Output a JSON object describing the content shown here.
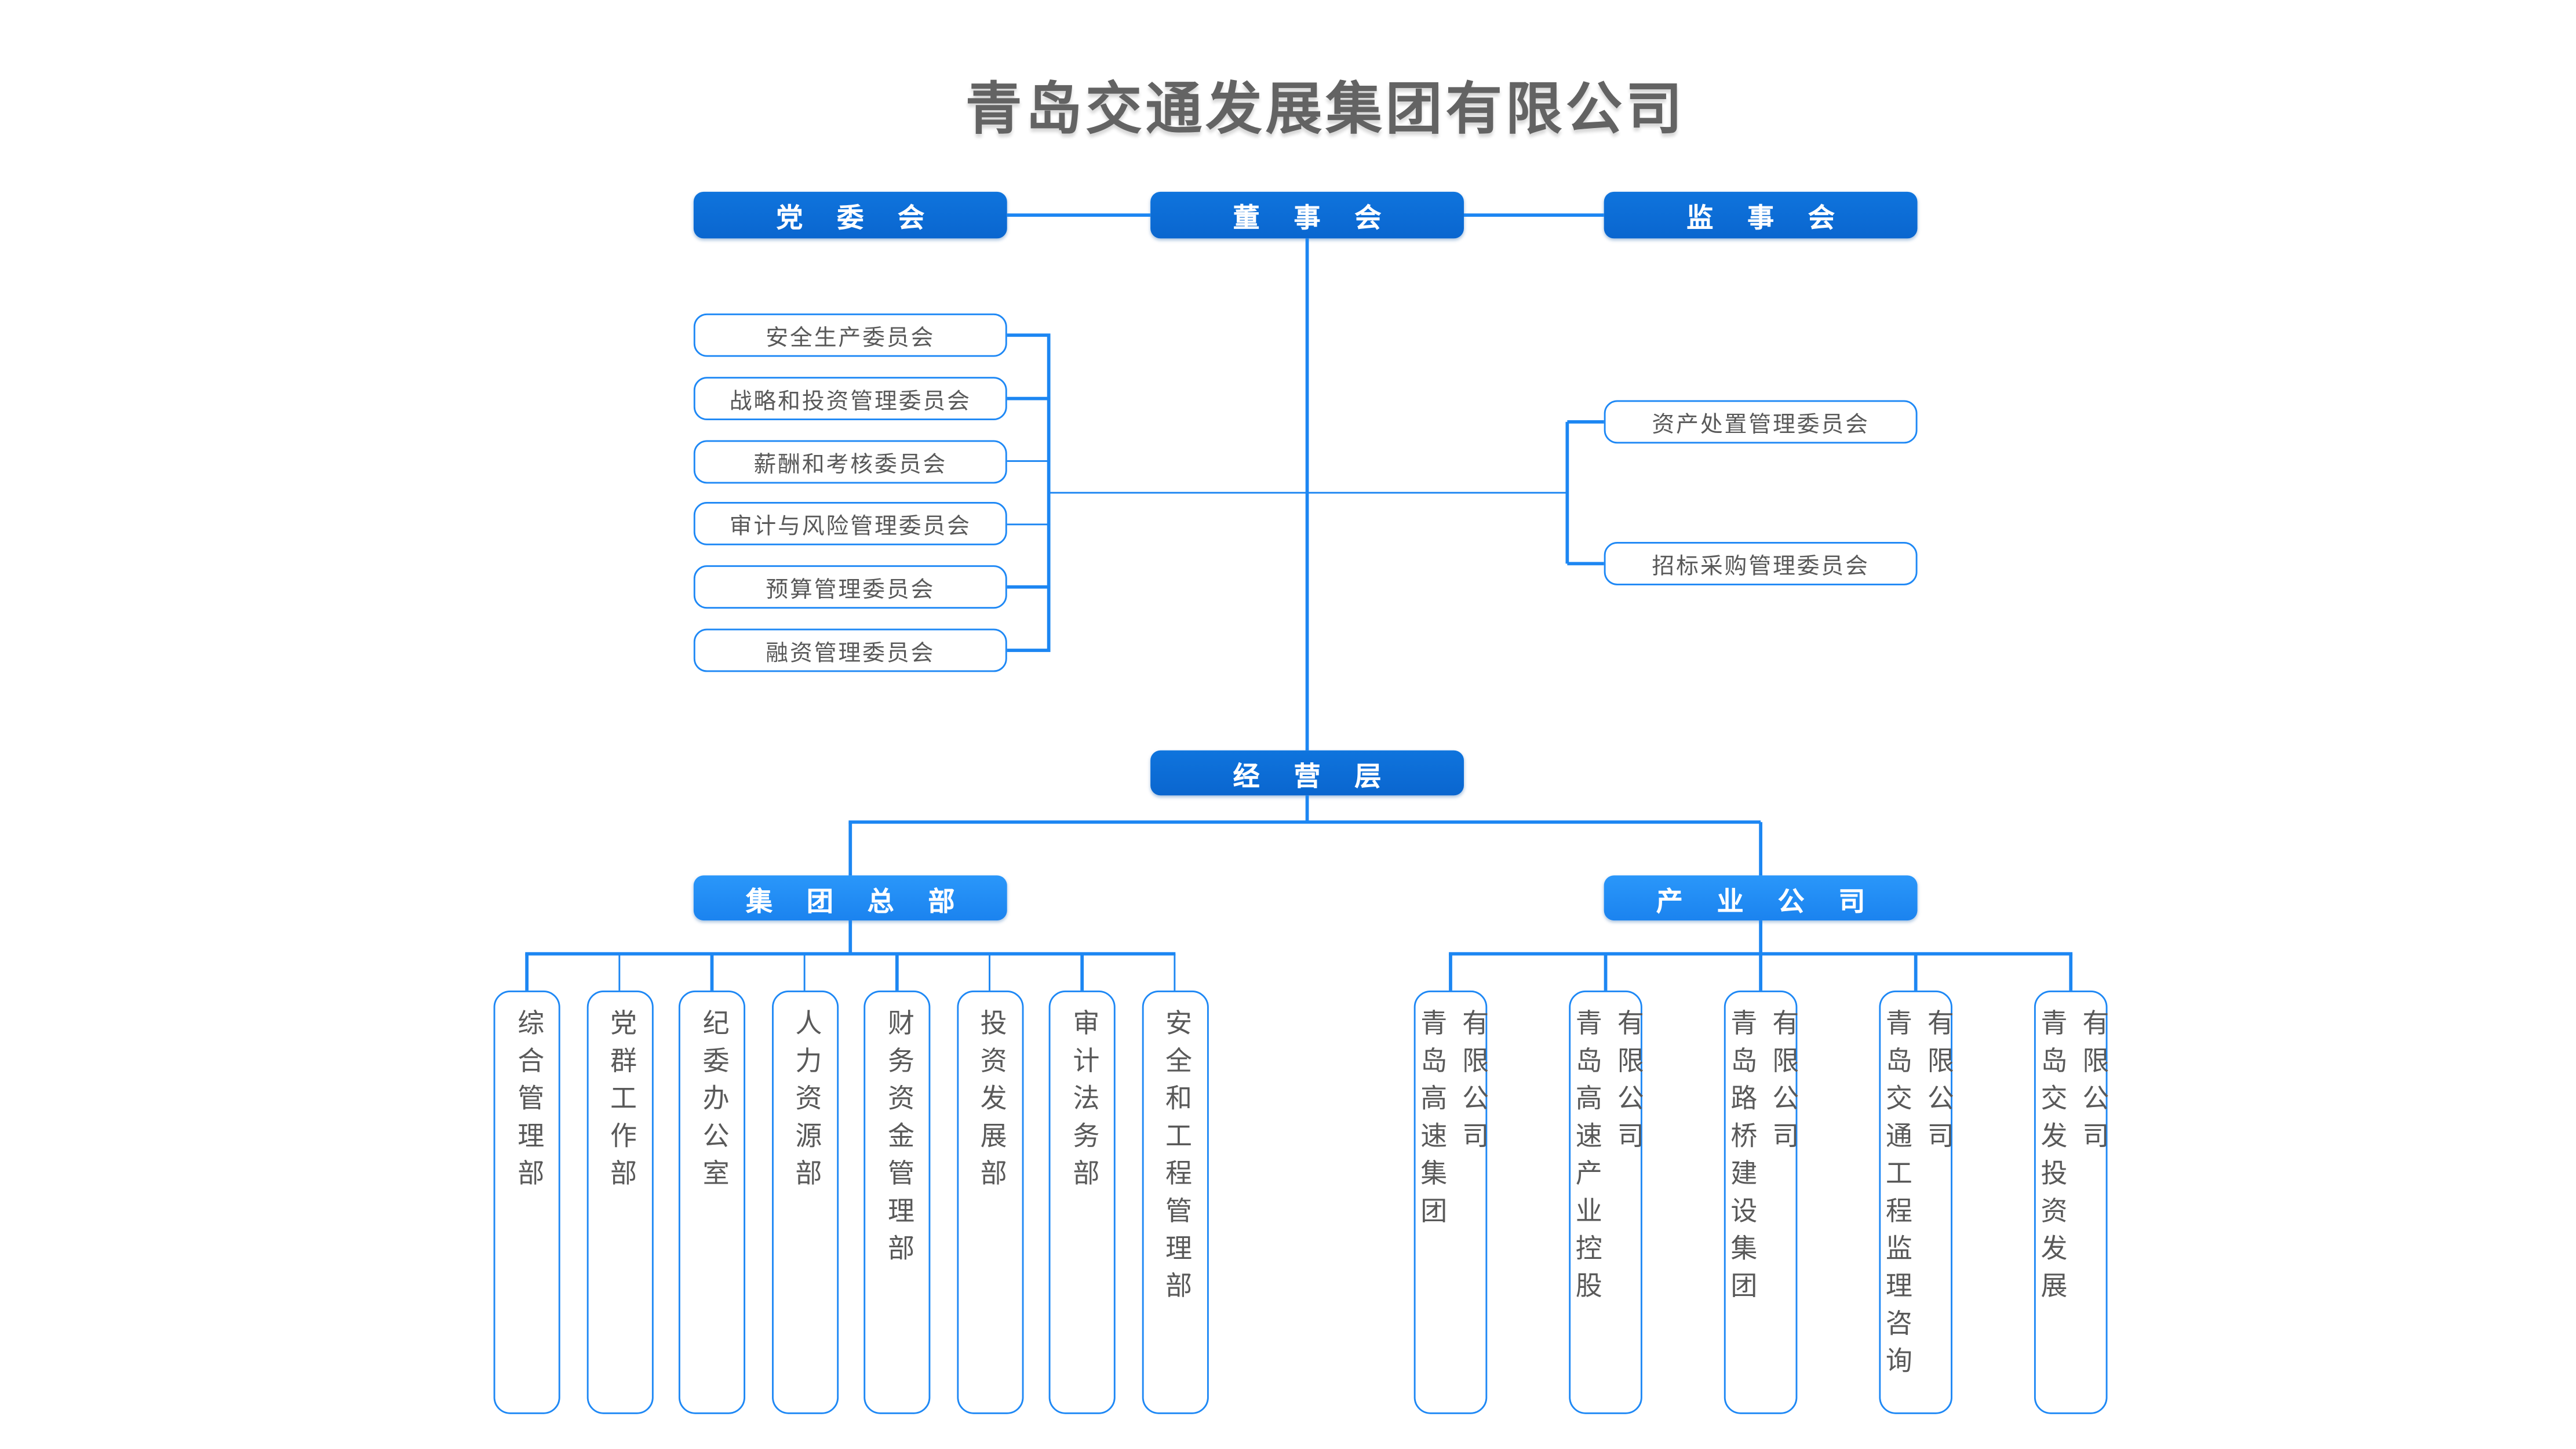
{
  "title": "青岛交通发展集团有限公司",
  "governance": {
    "party_committee": "党 委 会",
    "board": "董 事 会",
    "supervisory_board": "监 事 会"
  },
  "board_committees_left": [
    "安全生产委员会",
    "战略和投资管理委员会",
    "薪酬和考核委员会",
    "审计与风险管理委员会",
    "预算管理委员会",
    "融资管理委员会"
  ],
  "board_committees_right": [
    "资产处置管理委员会",
    "招标采购管理委员会"
  ],
  "management_layer": "经 营 层",
  "group_hq": {
    "label": "集 团 总 部",
    "departments": [
      "综合管理部",
      "党群工作部",
      "纪委办公室",
      "人力资源部",
      "财务资金管理部",
      "投资发展部",
      "审计法务部",
      "安全和工程管理部"
    ]
  },
  "industry_companies": {
    "label": "产 业 公 司",
    "companies": [
      {
        "name": "青岛高速集团",
        "suffix": "有限公司"
      },
      {
        "name": "青岛高速产业控股",
        "suffix": "有限公司"
      },
      {
        "name": "青岛路桥建设集团",
        "suffix": "有限公司"
      },
      {
        "name": "青岛交通工程监理咨询",
        "suffix": "有限公司"
      },
      {
        "name": "青岛交发投资发展",
        "suffix": "有限公司"
      }
    ]
  },
  "colors": {
    "primary_dark_blue": "#0a6ad2",
    "primary_light_blue": "#1e8bf7",
    "line_blue": "#1c86f2",
    "text_gray": "#595959",
    "title_gray": "#636363"
  }
}
